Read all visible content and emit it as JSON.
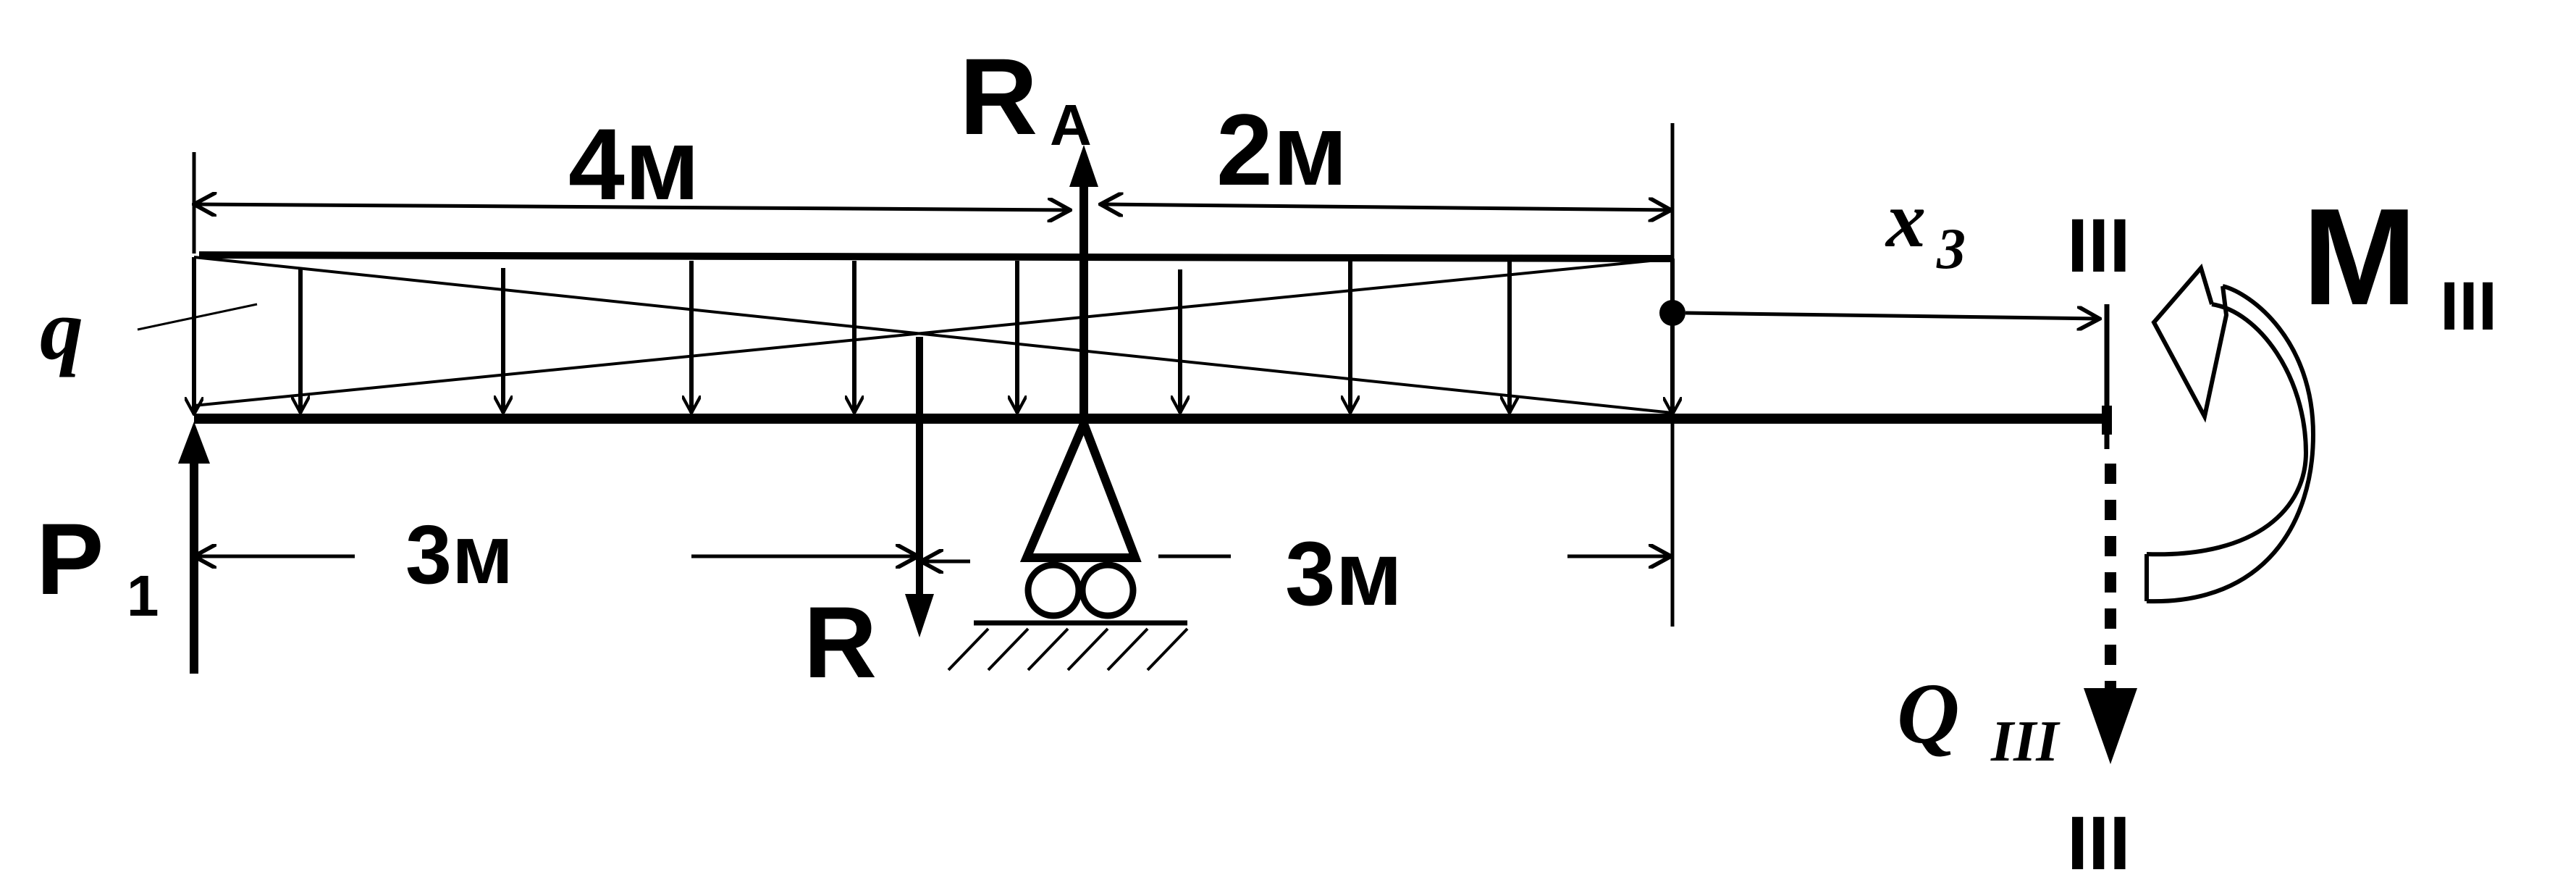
{
  "diagram": {
    "labels": {
      "ra_main": "R",
      "ra_sub": "A",
      "dim_4m": "4м",
      "dim_2m": "2м",
      "dim_3m_left": "3м",
      "dim_3m_right": "3м",
      "q": "q",
      "p1_main": "P",
      "p1_sub": "1",
      "r": "R",
      "x3_main": "x",
      "x3_sub": "3",
      "sec_top": "III",
      "sec_bottom": "III",
      "m_main": "M",
      "m_sub": "III",
      "q3_main": "Q",
      "q3_sub": "III"
    }
  }
}
